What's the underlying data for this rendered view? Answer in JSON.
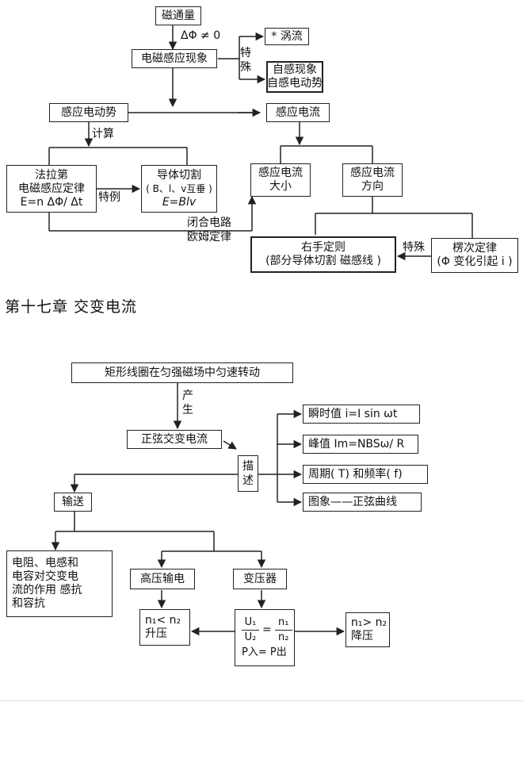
{
  "emf": {
    "magnetic_flux": "磁通量",
    "delta_phi_condition": "ΔΦ ≠ 0",
    "em_induction": "电磁感应现象",
    "special": [
      "特",
      "殊"
    ],
    "eddy_current": "* 涡流",
    "self_induction": [
      "自感现象",
      "自感电动势"
    ],
    "induced_emf": "感应电动势",
    "induced_current": "感应电流",
    "calculate": "计算",
    "faraday": [
      "法拉第",
      "电磁感应定律",
      "E=n ΔΦ/ Δt"
    ],
    "special_case": "特例",
    "conductor_cut": [
      "导体切割",
      "( B、l、v互垂 )",
      "E=Blv"
    ],
    "current_magnitude": [
      "感应电流",
      "大小"
    ],
    "current_direction": [
      "感应电流",
      "方向"
    ],
    "closed_circuit": [
      "闭合电路",
      "欧姆定律"
    ],
    "right_hand": [
      "右手定则",
      "(部分导体切割  磁感线 )"
    ],
    "special2": "特殊",
    "lenz": [
      "楞次定律",
      "(Φ 变化引起  i )"
    ]
  },
  "chapter_title": "第十七章   交变电流",
  "ac": {
    "rotating_coil": "矩形线圈在匀强磁场中匀速转动",
    "produce": [
      "产",
      "生"
    ],
    "sinusoidal_ac": "正弦交变电流",
    "describe": [
      "描",
      "述"
    ],
    "instantaneous": "瞬时值  i=I sin  ωt",
    "peak": "峰值  Im=NBSω/ R",
    "period_freq": "周期( T) 和频率( f)",
    "graph": "图象——正弦曲线",
    "transmission": "输送",
    "rlc_effect": [
      "电阻、电感和",
      "电容对交变电",
      "流的作用   感抗",
      "和容抗"
    ],
    "hv_transmission": "高压输电",
    "transformer": "变压器",
    "step_up": [
      "n₁< n₂",
      "升压"
    ],
    "ratio": {
      "u1": "U₁",
      "u2": "U₂",
      "n1": "n₁",
      "n2": "n₂",
      "eq": "=",
      "power": "P入=  P出"
    },
    "step_down": [
      "n₁> n₂",
      "降压"
    ]
  }
}
